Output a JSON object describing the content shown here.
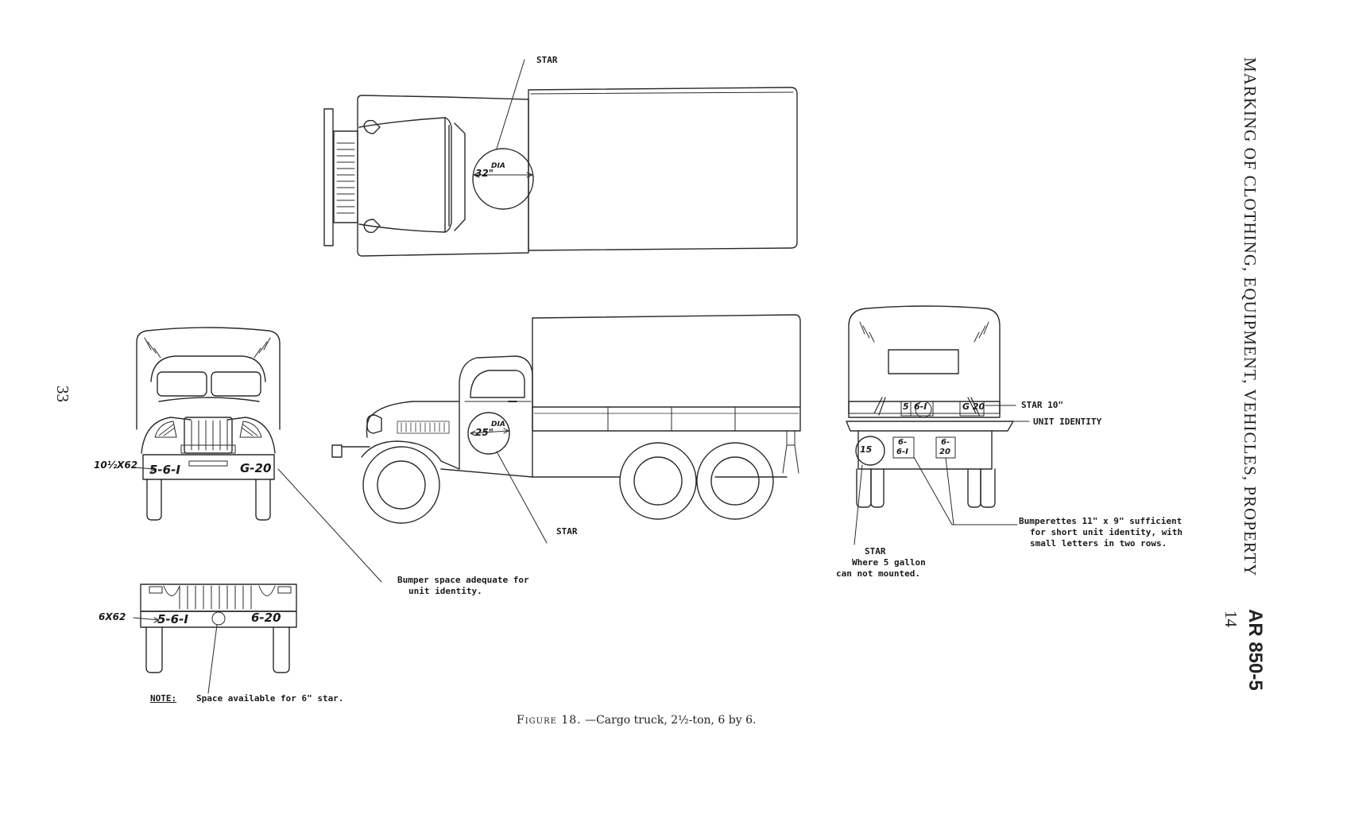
{
  "header": {
    "section_title": "MARKING OF CLOTHING, EQUIPMENT, VEHICLES, PROPERTY",
    "section_number": "14",
    "document": "AR 850-5",
    "page_number": "33"
  },
  "figure": {
    "number_label": "Figure 18.",
    "caption": "—Cargo truck, 2½-ton, 6 by 6."
  },
  "top_view": {
    "star_label": "STAR",
    "diameter": "32\"",
    "diameter_unit": "DIA"
  },
  "front_view": {
    "size": "10½X62",
    "left_marking": "5-6-I",
    "right_marking": "G-20"
  },
  "side_view": {
    "diameter": "25\"",
    "diameter_unit": "DIA",
    "star_label": "STAR",
    "bumper_note": [
      "Bumper space adequate for",
      "unit identity."
    ]
  },
  "rear_view": {
    "star_size": "STAR 10\"",
    "unit_identity": "UNIT IDENTITY",
    "tail_left": "5",
    "tail_mid": "6-I",
    "tail_right": "G 20",
    "lower_star": "15",
    "bumperette_left": [
      "6-",
      "6-I"
    ],
    "bumperette_right": [
      "6-",
      "20"
    ],
    "star_note": [
      "STAR",
      "Where 5 gallon",
      "can not mounted."
    ],
    "bumperette_note": [
      "Bumperettes 11\" x 9\" sufficient",
      "for short unit identity, with",
      "small letters in two rows."
    ]
  },
  "small_front_view": {
    "size": "6X62",
    "left_marking": "5-6-I",
    "right_marking": "6-20",
    "note_label": "NOTE:",
    "note_text": "Space available for 6\" star."
  }
}
